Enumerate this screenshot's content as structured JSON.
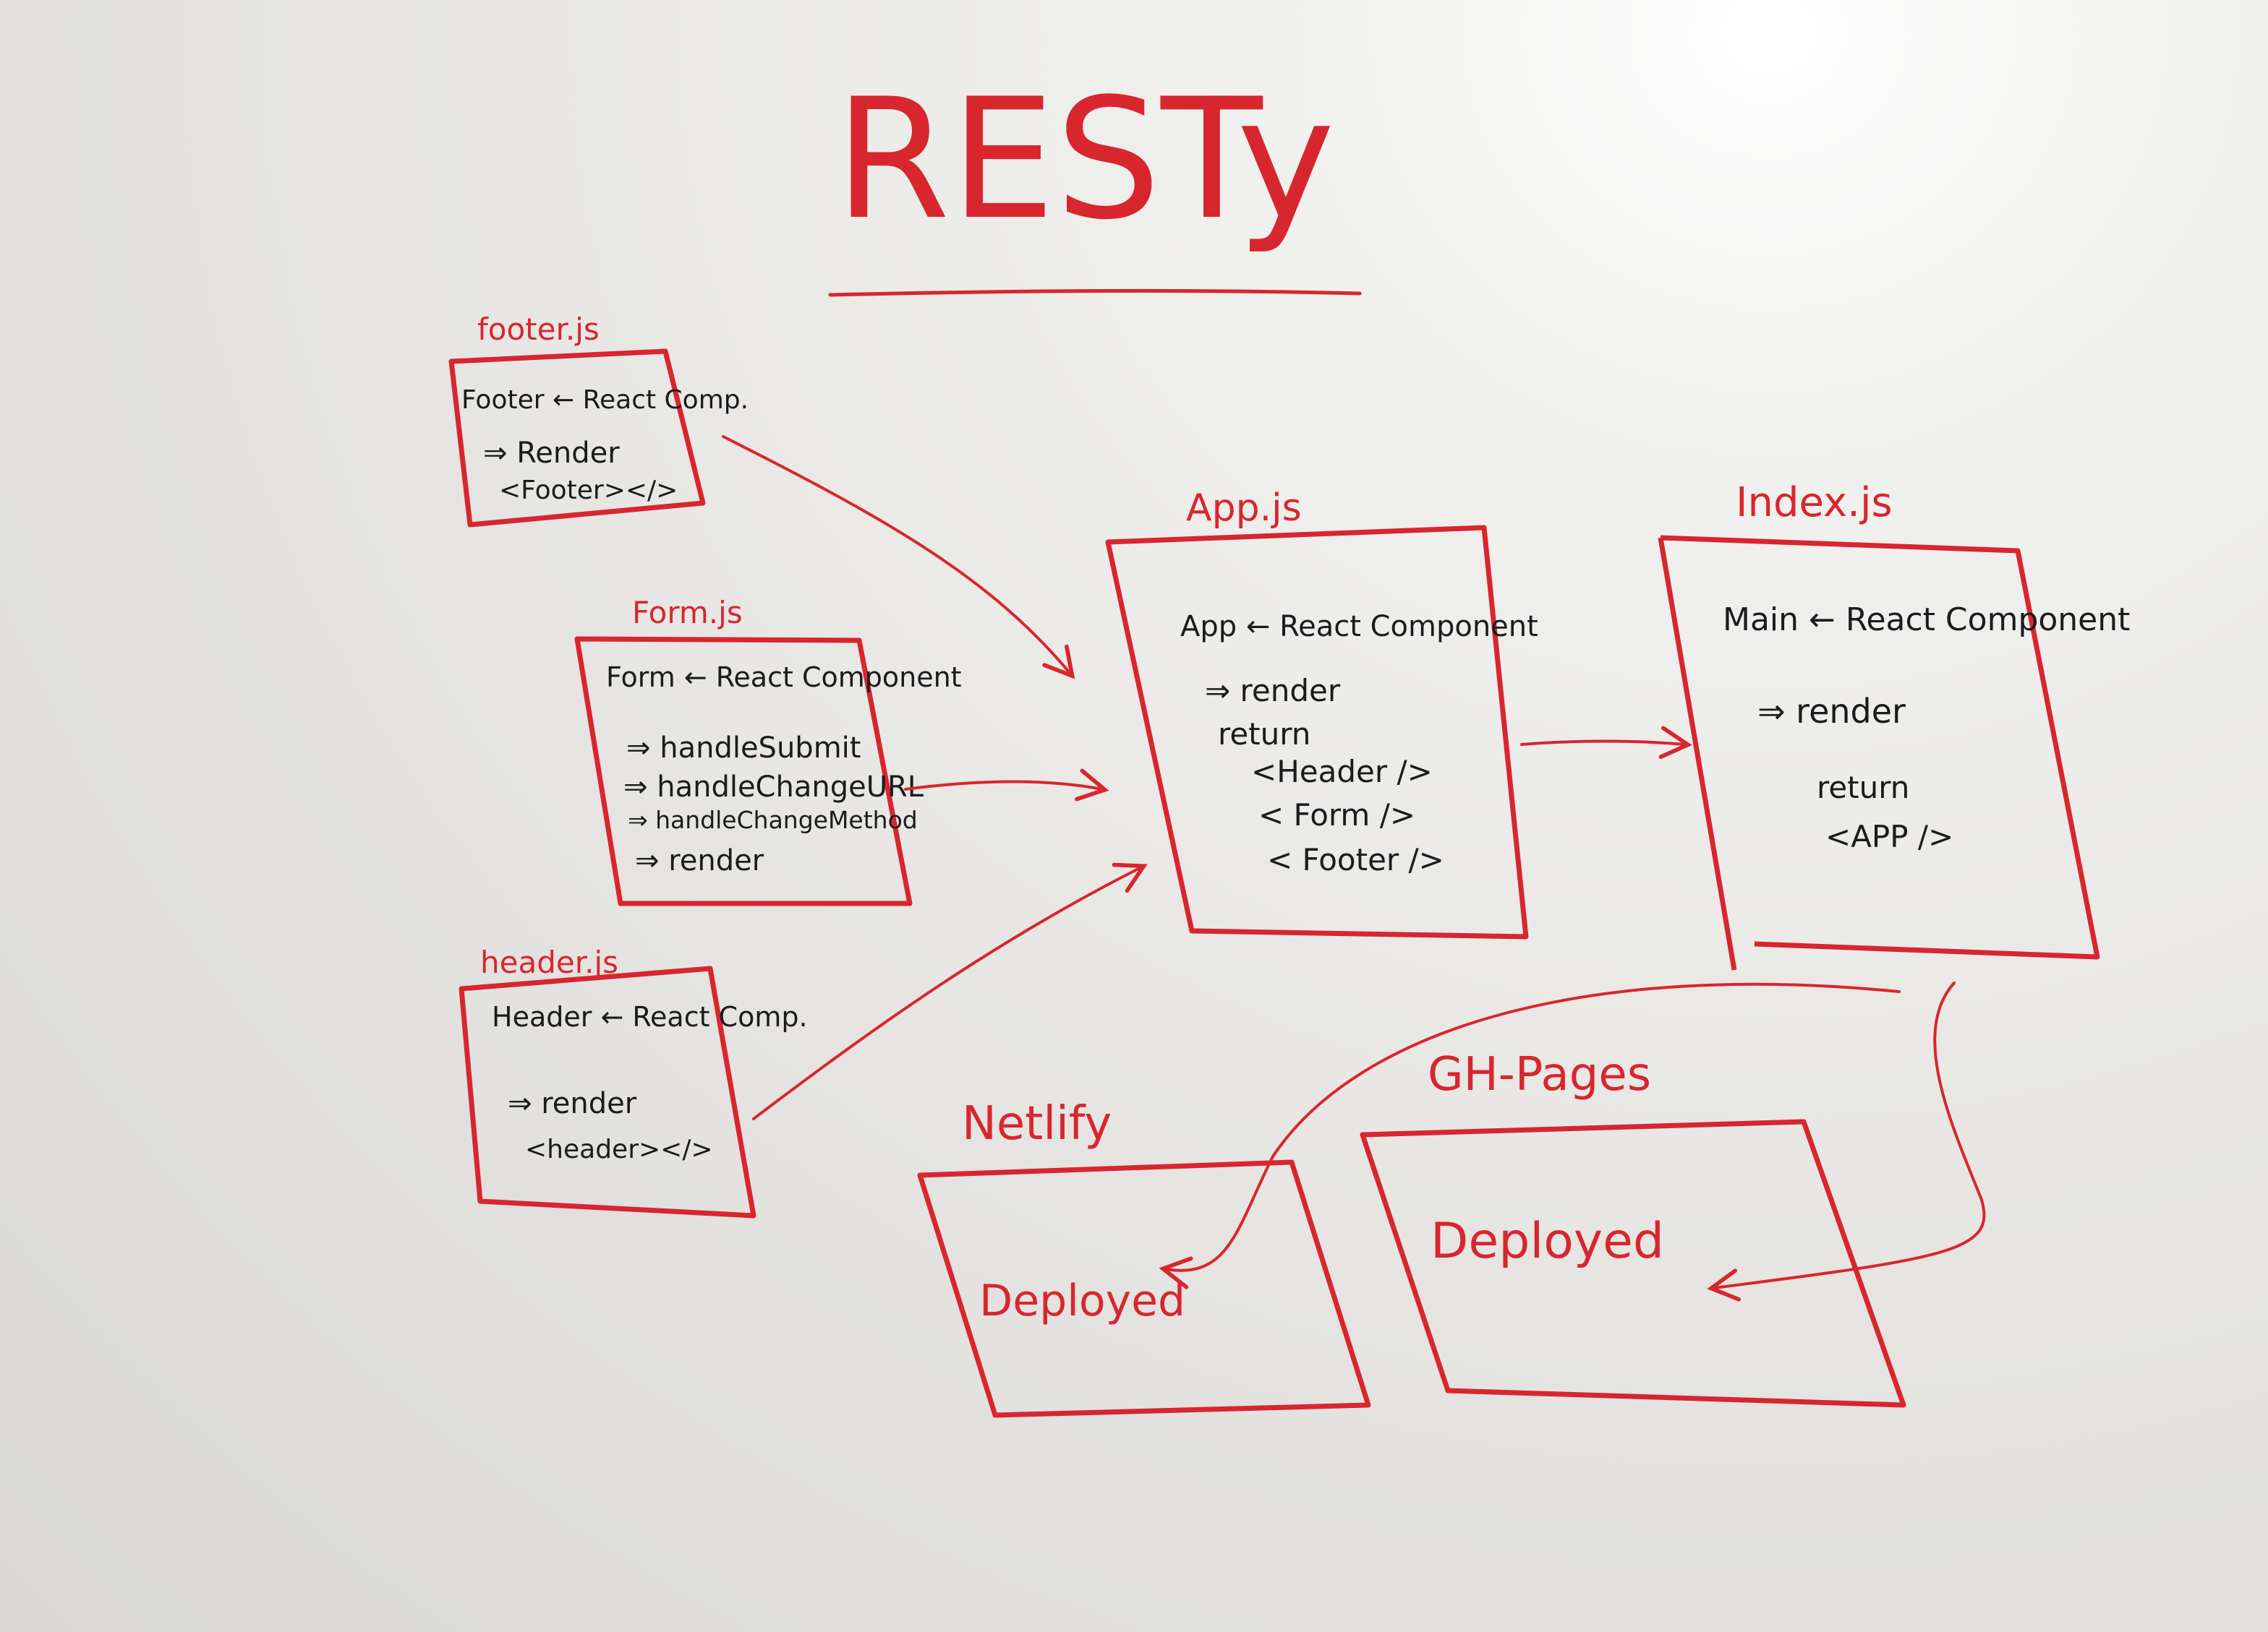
{
  "title": "RESTy",
  "files": {
    "footer": {
      "filename": "footer.js",
      "heading": "Footer ← React Comp.",
      "lines": [
        "⇒ Render",
        "<Footer></>"
      ]
    },
    "form": {
      "filename": "Form.js",
      "heading": "Form ← React Component",
      "lines": [
        "⇒ handleSubmit",
        "⇒ handleChangeURL",
        "⇒ handleChangeMethod",
        "⇒ render"
      ]
    },
    "header": {
      "filename": "header.js",
      "heading": "Header ← React Comp.",
      "lines": [
        "⇒ render",
        "<header></>"
      ]
    },
    "app": {
      "filename": "App.js",
      "heading": "App ← React Component",
      "lines": [
        "⇒ render",
        "return",
        "<Header />",
        "< Form />",
        "< Footer />"
      ]
    },
    "index": {
      "filename": "Index.js",
      "heading": "Main ← React Component",
      "lines": [
        "⇒ render",
        "return",
        "<APP />"
      ]
    }
  },
  "deployments": {
    "netlify": {
      "label": "Netlify",
      "status": "Deployed"
    },
    "ghpages": {
      "label": "GH-Pages",
      "status": "Deployed"
    }
  }
}
